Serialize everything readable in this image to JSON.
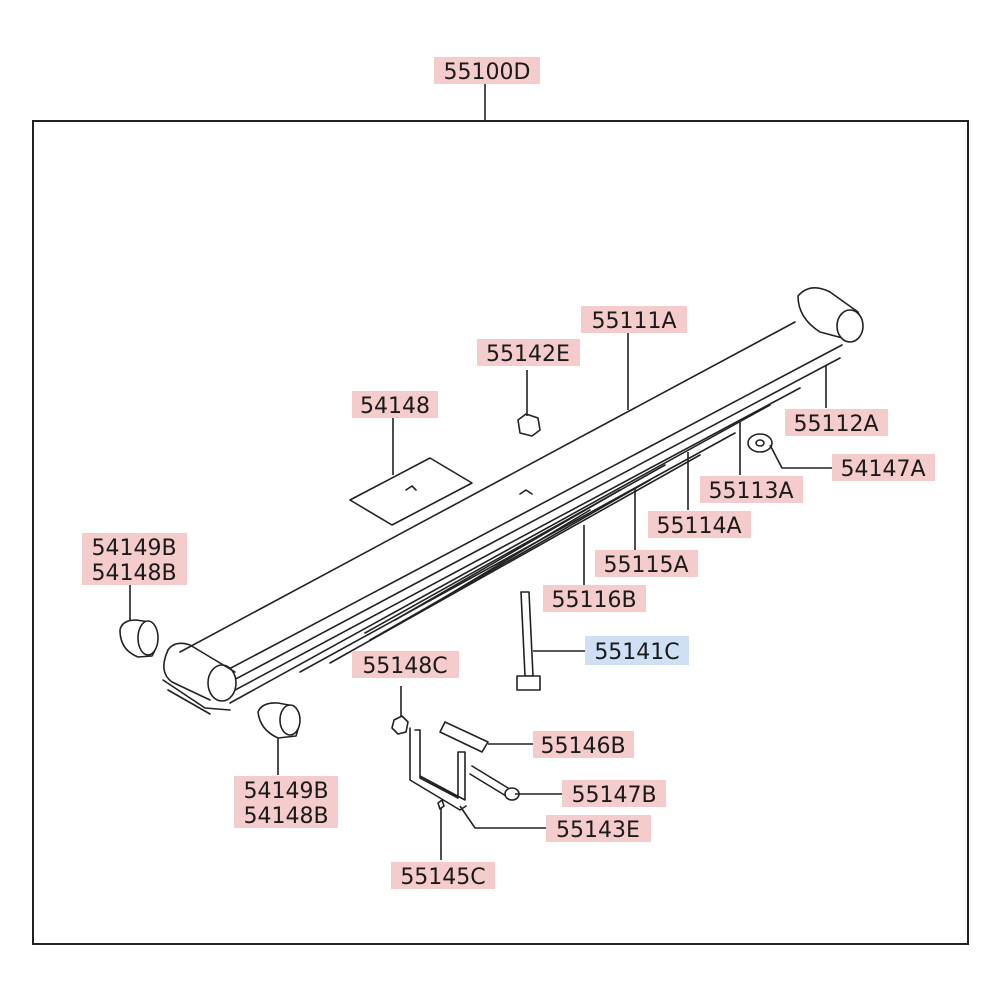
{
  "colors": {
    "label_bg_default": "#f5cccc",
    "label_bg_highlight": "#cfe0f5",
    "line": "#222222",
    "text": "#1a1a1a"
  },
  "assembly_label": "55100D",
  "callouts": {
    "p55111A": "55111A",
    "p55142E": "55142E",
    "p54148": "54148",
    "p55112A": "55112A",
    "p54147A": "54147A",
    "p55113A": "55113A",
    "p55114A": "55114A",
    "p55115A": "55115A",
    "p55116B": "55116B",
    "p54149B_left": "54149B",
    "p54148B_left": "54148B",
    "p55141C": "55141C",
    "p55148C": "55148C",
    "p55146B": "55146B",
    "p54149B_bottom": "54149B",
    "p54148B_bottom": "54148B",
    "p55147B": "55147B",
    "p55143E": "55143E",
    "p55145C": "55145C"
  },
  "highlighted_part": "55141C"
}
